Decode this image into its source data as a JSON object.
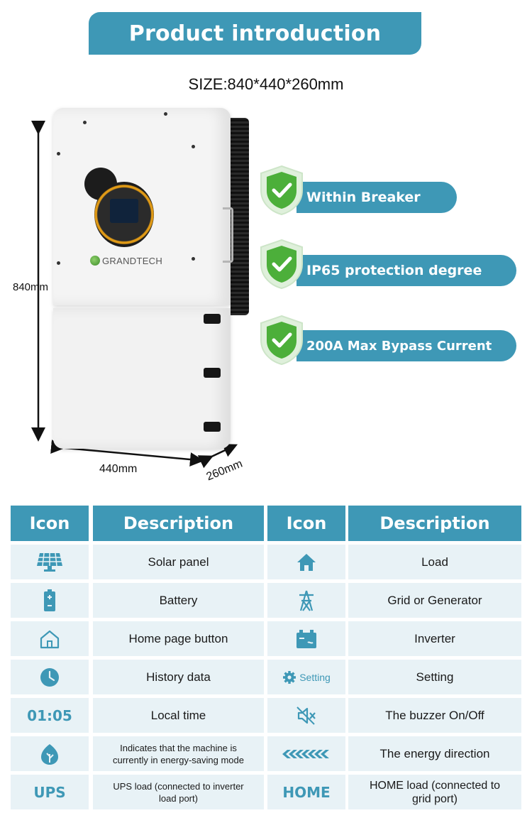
{
  "banner": {
    "title": "Product introduction"
  },
  "size_label": "SIZE:840*440*260mm",
  "dimensions": {
    "height": "840mm",
    "width": "440mm",
    "depth": "260mm"
  },
  "brand": "GRANDTECH",
  "features": [
    {
      "label": "Within Breaker",
      "icon": "shield-check-icon"
    },
    {
      "label": "IP65 protection degree",
      "icon": "shield-check-icon"
    },
    {
      "label": "200A Max Bypass Current",
      "icon": "shield-check-icon"
    }
  ],
  "table": {
    "headers": [
      "Icon",
      "Description",
      "Icon",
      "Description"
    ],
    "rows": [
      {
        "left_icon": "solar-panel-icon",
        "left_desc": "Solar panel",
        "right_icon": "house-solid-icon",
        "right_desc": "Load"
      },
      {
        "left_icon": "battery-icon",
        "left_desc": "Battery",
        "right_icon": "grid-tower-icon",
        "right_desc": "Grid or Generator"
      },
      {
        "left_icon": "home-outline-icon",
        "left_desc": "Home page button",
        "right_icon": "inverter-icon",
        "right_desc": "Inverter"
      },
      {
        "left_icon": "clock-icon",
        "left_desc": "History data",
        "right_icon": "gear-icon",
        "right_text": "Setting",
        "right_desc": "Setting"
      },
      {
        "left_text": "01:05",
        "left_desc": "Local time",
        "right_icon": "speaker-mute-icon",
        "right_desc": "The buzzer On/Off"
      },
      {
        "left_icon": "leaf-icon",
        "left_desc": "Indicates that the machine is currently in energy-saving mode",
        "right_icon": "chevrons-left-icon",
        "right_desc": "The energy direction"
      },
      {
        "left_text": "UPS",
        "left_desc": "UPS load (connected to inverter load port)",
        "right_text": "HOME",
        "right_desc": "HOME load (connected to grid port)"
      }
    ]
  },
  "colors": {
    "accent": "#3e98b6",
    "row_bg": "#e8f2f6",
    "shield_green": "#4caf3a"
  }
}
